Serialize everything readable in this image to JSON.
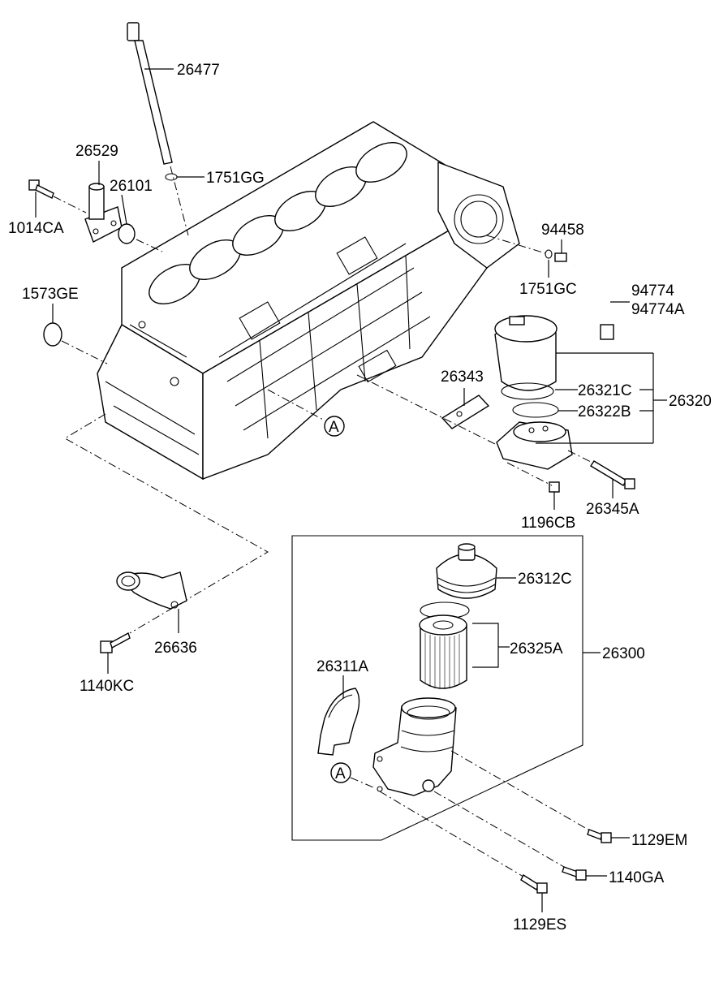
{
  "diagram": {
    "part_labels": {
      "p26477": "26477",
      "p26529": "26529",
      "p26101": "26101",
      "p1751GG": "1751GG",
      "p1014CA": "1014CA",
      "p1573GE": "1573GE",
      "p94458": "94458",
      "p1751GC": "1751GC",
      "p94774": "94774",
      "p94774A": "94774A",
      "p26343": "26343",
      "p26321C": "26321C",
      "p26322B": "26322B",
      "p26320": "26320",
      "p1196CB": "1196CB",
      "p26345A": "26345A",
      "p26312C": "26312C",
      "p26325A": "26325A",
      "p26300": "26300",
      "p26311A": "26311A",
      "p26636": "26636",
      "p1140KC": "1140KC",
      "p1129EM": "1129EM",
      "p1140GA": "1140GA",
      "p1129ES": "1129ES"
    },
    "ref_markers": {
      "a1": "A",
      "a2": "A"
    }
  }
}
